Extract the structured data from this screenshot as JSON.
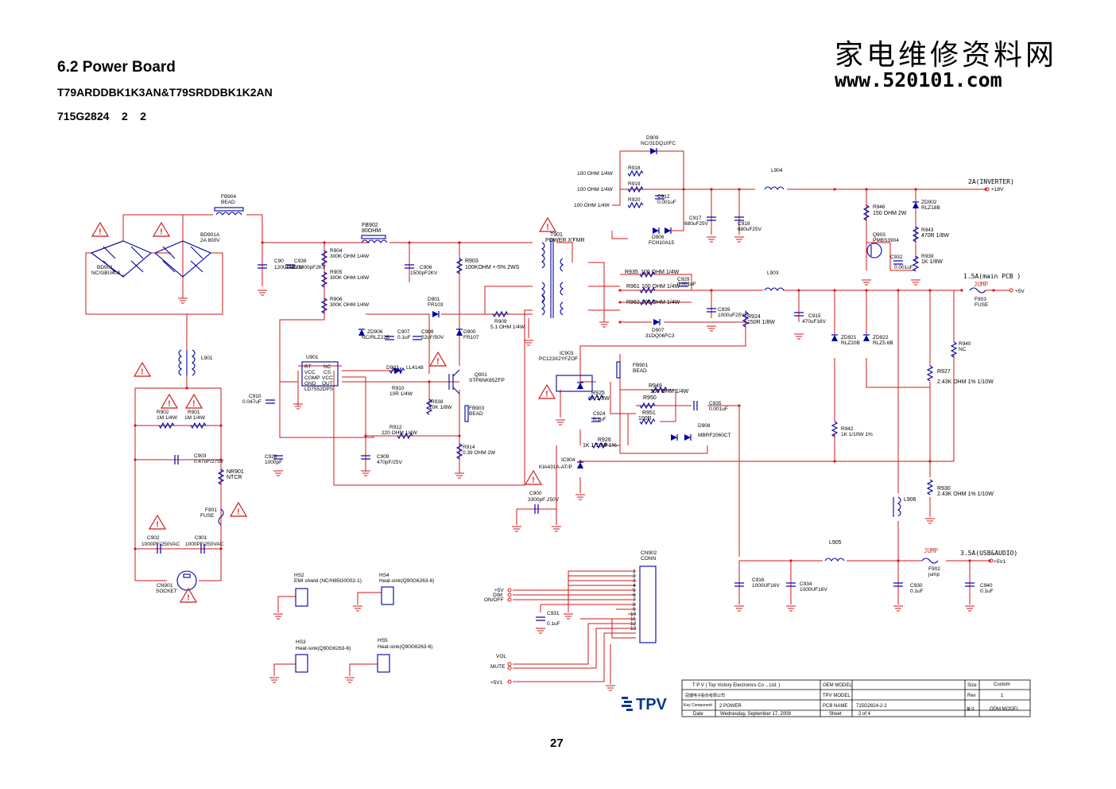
{
  "header": {
    "title": "6.2 Power Board",
    "models": "T79ARDDBK1K3AN&T79SRDDBK1K2AN",
    "board_code": "715G2824    2    2"
  },
  "watermark": {
    "chinese": "家电维修资料网",
    "url": "www.520101.com"
  },
  "page_number": "27",
  "colors": {
    "wire": "#d01818",
    "component": "#0000a0",
    "jump": "#cc3333",
    "logo": "#0a3a8a"
  },
  "sections": {
    "inverter": "2A(INVERTER)",
    "main_pcb": "1.5A(main PCB )",
    "usb_audio": "3.5A(USB&AUDIO)",
    "jump_1": "JUMP",
    "jump_2": "JUMP"
  },
  "rails": {
    "v18": "+18V",
    "v5": "+5V",
    "v5v1": "+5V1"
  },
  "connector_signals": [
    "+5V",
    "DIM",
    "ON/OFF",
    "VOL",
    "MUTE",
    "+5V1"
  ],
  "components": {
    "fb904": "FB904",
    "fb904_v": "BEAD",
    "bd901a": "BD901A",
    "bd901a_v": "2A 800V",
    "bd901": "BD901",
    "bd901_v": "NC/GBU408",
    "fb902": "FB902",
    "fb902_v": "80OHM",
    "c9xx": "C90",
    "c9xx_v": "120UF/450V",
    "c938": "C938",
    "c938_v": "NC/1000pF2KV",
    "r904": "R904",
    "r904_v": "300K OHM 1/4W",
    "r905": "R905",
    "r905_v": "300K OHM 1/4W",
    "r906": "R906",
    "r906_v": "300K OHM 1/4W",
    "c906": "C906",
    "c906_v": "1500pF2KV",
    "r903": "R903",
    "r903_v": "100KOHM +-5% 2WS",
    "t901": "T901",
    "t901_v": "POWER X'FMR",
    "d901": "D901",
    "d901_v": "FR103",
    "r909": "R909",
    "r909_v": "5.1 OHM 1/4W",
    "zd906": "ZD906",
    "zd906_v": "NC/RLZ22B",
    "c907": "C907",
    "c907_v": "0.1uF",
    "c908": "C908",
    "c908_v": "22uF/50V",
    "d900": "D900",
    "d900_v": "FR107",
    "u901": "U901",
    "u901_v": "LD7552DPS",
    "u901_p1": "RT",
    "u901_p2": "VCC",
    "u901_p3": "COMP",
    "u901_p4": "GND",
    "u901_p5": "NC",
    "u901_p6": "CS",
    "u901_p7": "VCC",
    "u901_p8": "OUT",
    "d903": "D903",
    "d903_v": "LL4148",
    "r910": "R910",
    "r910_v": "10R 1/4W",
    "q901": "Q901",
    "q901_v": "STP6NK65ZFP",
    "r938": "R938",
    "r938_v": "10K 1/8W",
    "fb903": "FB903",
    "fb903_v": "BEAD",
    "c910": "C910",
    "c910_v": "0.047uF",
    "r912": "R912",
    "r912_v": "220 OHM 1/4W",
    "c928": "C928",
    "c928_v": "1000pF",
    "c909": "C909",
    "c909_v": "470pF/25V",
    "r914": "R914",
    "r914_v": "0.39 OHM 2W",
    "l901": "L901",
    "r902": "R902",
    "r902_v": "1M 1/4W",
    "r901": "R901",
    "r901_v": "1M 1/4W",
    "c903": "C903",
    "c903_v": "0.47uF/275V",
    "nr901": "NR901",
    "nr901_v": "NTCR",
    "f901": "F901",
    "f901_v": "FUSE",
    "c902": "C902",
    "c902_v": "1000PF/250VAC",
    "c901": "C901",
    "c901_v": "1000PF/250VAC",
    "cn901": "CN901",
    "cn901_v": "SOCKET",
    "d909": "D909",
    "d909_v": "NC/31DQ10FC",
    "r918": "R918",
    "r918_v": "100 OHM 1/4W",
    "r919": "R919",
    "r919_v": "100 OHM 1/4W",
    "r920": "R920",
    "r920_v": "100 OHM 1/4W",
    "c912": "C912",
    "c912_v": "0.001uF",
    "d906": "D906",
    "d906_v": "FCH10A15",
    "c917": "C917",
    "c917_v": "680uF25V",
    "c918": "C918",
    "c918_v": "680uF25V",
    "l904": "L904",
    "r946": "R946",
    "r946_v": "150 OHM 2W",
    "zd902": "ZD902",
    "zd902_v": "RLZ18B",
    "r943": "R943",
    "r943_v": "470R 1/8W",
    "q903": "Q903",
    "q903_v": "PMBS3904",
    "c932": "C932",
    "c932_v": "0.001uF",
    "r939": "R939",
    "r939_v": "1K 1/8W",
    "r935": "R935",
    "r935_v": "100 OHM 1/4W",
    "r961": "R961",
    "r961_v": "100 OHM 1/4W",
    "c929": "C929",
    "c929_v": "0.001uF",
    "r962": "R962",
    "r962_v": "100 OHM 1/4W",
    "l903": "L903",
    "c939": "C939",
    "c939_v": "1000uF25V",
    "r924": "R924",
    "r924_v": "150R 1/8W",
    "c915": "C915",
    "c915_v": "470uF16V",
    "f903": "F903",
    "f903_v": "FUSE",
    "d907": "D907",
    "d907_v": "31DQ06FC3",
    "zd921": "ZD921",
    "zd921_v": "RLZ20B",
    "zd922": "ZD922",
    "zd922_v": "RLZ5.6B",
    "r940": "R940",
    "r940_v": "NC",
    "r927": "R927",
    "r927_v": "2.43K OHM 1% 1/10W",
    "ic903": "IC903",
    "ic903_v": "PC123X2YFZOF",
    "fb901": "FB901",
    "fb901_v": "BEAD",
    "r949": "R949",
    "r949_v": "100 OHM 1/4W",
    "r925": "R925",
    "r925_v": "1K 1/8W",
    "r950": "R950",
    "c935": "C935",
    "c935_v": "0.001uF",
    "r951": "R951",
    "r951_v": "100R",
    "c924": "C924",
    "c924_v": "0.1uF",
    "d908": "D908",
    "d908_v": "MBRF2060CT",
    "r926": "R926",
    "r926_v": "1K 1/10W 1%",
    "r942": "R942",
    "r942_v": "1K 1/10W 1%",
    "ic904": "IC904",
    "ic904_v": "KIA431A-AT/P",
    "r930": "R930",
    "r930_v": "2.43K OHM 1% 1/10W",
    "c900": "C900",
    "c900_v": "3300pF 250V",
    "l906": "L906",
    "l905": "L905",
    "f902": "F902",
    "f902_v": "jump",
    "cn902": "CN902",
    "cn902_v": "CONN",
    "c916": "C916",
    "c916_v": "1000UF16V",
    "c934": "C934",
    "c934_v": "1000UF16V",
    "c930": "C930",
    "c930_v": "0.1uF",
    "c940": "C940",
    "c940_v": "0.1uF",
    "c931": "C931",
    "c931_v": "0.1uF",
    "hs2": "HS2",
    "hs2_v": "EMI shield (NC/H85G0002-1)",
    "hs4": "HS4",
    "hs4_v": "Heat-sink(Q90G6263-6)",
    "hs3": "HS3",
    "hs3_v": "Heat-sink(Q90G6263-6)",
    "hs5": "HS5",
    "hs5_v": "Heat-sink(Q90G6263-6)"
  },
  "title_block": {
    "company": "T P V  ( Top   Victory   Electronics   Co .,  Ltd. )",
    "company_cn": "冠捷电子股份有限公司",
    "key_component_label": "Key Component",
    "key_component": "2 POWER",
    "date_label": "Date",
    "date": "Wednesday, September 17, 2008",
    "oem_model_label": "OEM MODEL",
    "tpv_model_label": "TPV MODEL",
    "pcb_name_label": "PCB NAME",
    "pcb_name": "715G2824-2-2",
    "sheet_label": "Sheet",
    "sheet": "2     of      4",
    "size_label": "Size",
    "size": "Custom",
    "rev_label": "Rev",
    "rev": "1",
    "odm_label": "备注",
    "odm_model": "ODM  MODEL",
    "logo": "TPV"
  }
}
